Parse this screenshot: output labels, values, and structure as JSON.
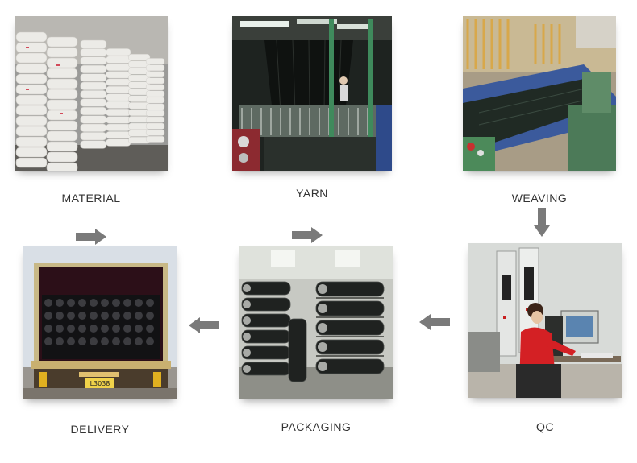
{
  "steps": {
    "material": {
      "label": "MATERIAL"
    },
    "yarn": {
      "label": "YARN"
    },
    "weaving": {
      "label": "WEAVING"
    },
    "qc": {
      "label": "QC"
    },
    "packaging": {
      "label": "PACKAGING"
    },
    "delivery": {
      "label": "DELIVERY",
      "plate_text": "L3038"
    }
  },
  "flow": [
    "material",
    "yarn",
    "weaving",
    "qc",
    "packaging",
    "delivery"
  ],
  "colors": {
    "arrow": "#7a7a7a",
    "label": "#333333"
  }
}
